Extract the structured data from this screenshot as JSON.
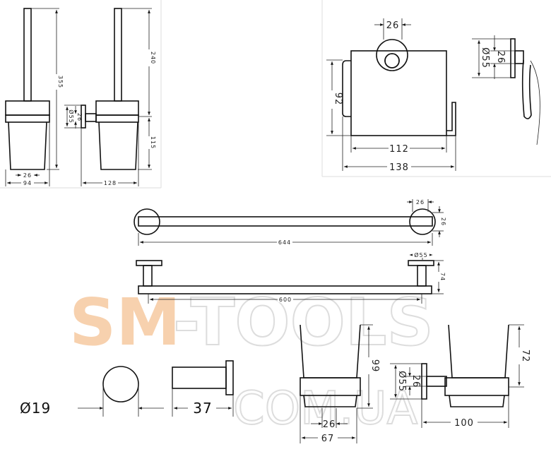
{
  "watermark": {
    "brand_a": "SM",
    "brand_b": "-TOOLS",
    "domain": "COM.UA",
    "accent": "#f6c9a0"
  },
  "toilet_brush": {
    "height_total": "355",
    "handle_gap": "26",
    "width": "94",
    "height_upper": "240",
    "height_lower": "115",
    "plate_diameter": "Ø55",
    "plate_depth": "26",
    "projection": "128"
  },
  "paper_holder": {
    "plate_width": "26",
    "height": "92",
    "inner_width": "112",
    "total_width": "138",
    "plate_diameter": "Ø55",
    "plate_depth": "26"
  },
  "towel_bar": {
    "plate_width": "26",
    "plate_depth": "26",
    "total_length": "644",
    "plate_diameter": "Ø55",
    "projection": "74",
    "center_distance": "600"
  },
  "hook": {
    "diameter": "Ø19",
    "projection": "37"
  },
  "tumbler": {
    "height": "99",
    "plate_width": "26",
    "width": "67",
    "plate_diameter": "Ø55",
    "plate_depth": "26",
    "projection": "100",
    "height_right": "72"
  }
}
